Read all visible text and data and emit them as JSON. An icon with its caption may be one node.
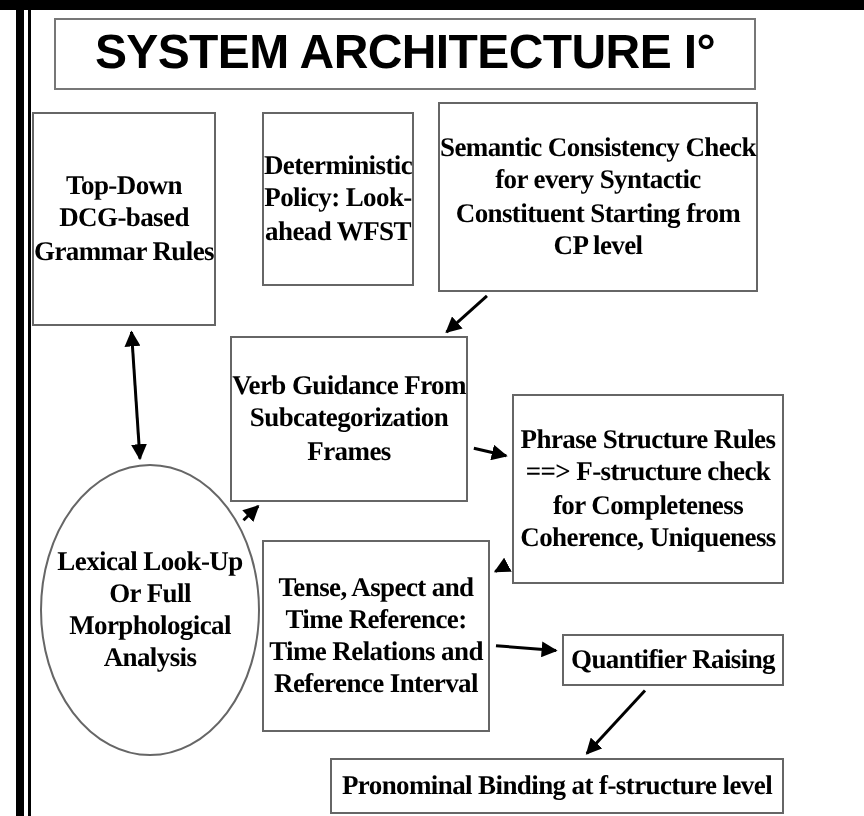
{
  "diagram": {
    "title": "SYSTEM ARCHITECTURE I°",
    "nodes": [
      {
        "text": [
          "Top-Down DCG-based Grammar Rules"
        ]
      },
      {
        "text": [
          "Deterministic Policy: Look-ahead WFST"
        ]
      },
      {
        "text": [
          "Semantic Consistency Check for every Syntactic Constituent Starting from CP level"
        ]
      },
      {
        "text": [
          "Verb Guidance From Subcategorization Frames"
        ]
      },
      {
        "text": [
          "Phrase Structure Rules ==> F-structure check for Completeness Coherence, Uniqueness"
        ]
      },
      {
        "text": [
          "Lexical Look-Up Or Full Morphological Analysis"
        ]
      },
      {
        "text": [
          "Tense, Aspect and Time Reference: Time Relations and Reference Interval"
        ]
      },
      {
        "text": [
          "Quantifier Raising"
        ]
      },
      {
        "text": [
          "Pronominal Binding at f-structure level"
        ]
      }
    ],
    "edges": [
      {
        "from": 0,
        "to": 5,
        "arrow": "both"
      },
      {
        "from": 5,
        "to": 3,
        "arrow": "to"
      },
      {
        "from": 2,
        "to": 3,
        "arrow": "to"
      },
      {
        "from": 3,
        "to": 4,
        "arrow": "to"
      },
      {
        "from": 4,
        "to": 6,
        "arrow": "to"
      },
      {
        "from": 6,
        "to": 7,
        "arrow": "to"
      },
      {
        "from": 7,
        "to": 8,
        "arrow": "to"
      }
    ]
  }
}
